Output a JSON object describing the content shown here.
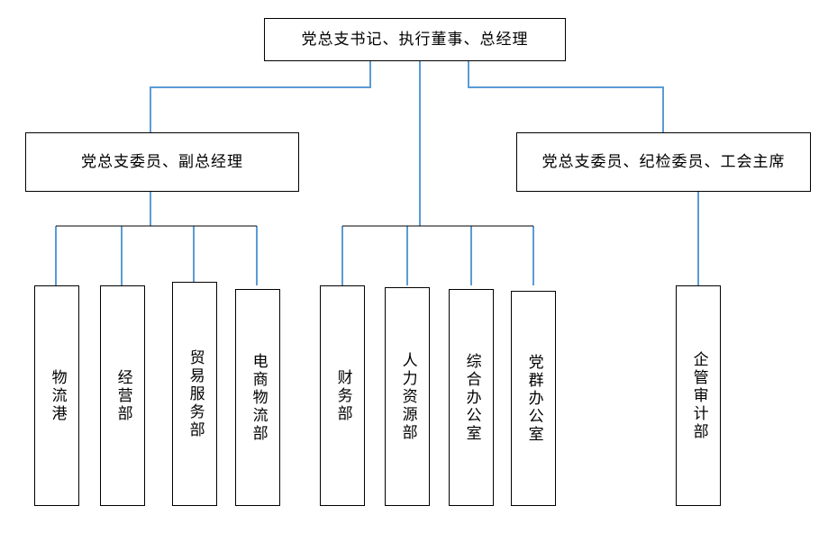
{
  "chart_data": {
    "type": "diagram",
    "title": "",
    "diagram_kind": "organizational-chart",
    "orientation": "top-down",
    "line_color": "#5b9bd5",
    "box_border_color": "#000000",
    "background_color": "#ffffff",
    "levels": 3,
    "nodes": [
      {
        "id": "n0",
        "label": "党总支书记、执行董事、总经理",
        "level": 1,
        "orientation": "horizontal"
      },
      {
        "id": "n1",
        "label": "党总支委员、副总经理",
        "level": 2,
        "orientation": "horizontal"
      },
      {
        "id": "n2",
        "label": "党总支委员、纪检委员、工会主席",
        "level": 2,
        "orientation": "horizontal"
      },
      {
        "id": "d1",
        "label": "物流港",
        "level": 3,
        "orientation": "vertical",
        "parent": "n1"
      },
      {
        "id": "d2",
        "label": "经营部",
        "level": 3,
        "orientation": "vertical",
        "parent": "n1"
      },
      {
        "id": "d3",
        "label": "贸易服务部",
        "level": 3,
        "orientation": "vertical",
        "parent": "n1"
      },
      {
        "id": "d4",
        "label": "电商物流部",
        "level": 3,
        "orientation": "vertical",
        "parent": "n1"
      },
      {
        "id": "d5",
        "label": "财务部",
        "level": 3,
        "orientation": "vertical",
        "parent": "n0"
      },
      {
        "id": "d6",
        "label": "人力资源部",
        "level": 3,
        "orientation": "vertical",
        "parent": "n0"
      },
      {
        "id": "d7",
        "label": "综合办公室",
        "level": 3,
        "orientation": "vertical",
        "parent": "n0"
      },
      {
        "id": "d8",
        "label": "党群办公室",
        "level": 3,
        "orientation": "vertical",
        "parent": "n0"
      },
      {
        "id": "d9",
        "label": "企管审计部",
        "level": 3,
        "orientation": "vertical",
        "parent": "n2"
      }
    ],
    "edges": [
      {
        "from": "n0",
        "to": "n1"
      },
      {
        "from": "n0",
        "to": "n2"
      },
      {
        "from": "n0",
        "to": "d5"
      },
      {
        "from": "n0",
        "to": "d6"
      },
      {
        "from": "n0",
        "to": "d7"
      },
      {
        "from": "n0",
        "to": "d8"
      },
      {
        "from": "n1",
        "to": "d1"
      },
      {
        "from": "n1",
        "to": "d2"
      },
      {
        "from": "n1",
        "to": "d3"
      },
      {
        "from": "n1",
        "to": "d4"
      },
      {
        "from": "n2",
        "to": "d9"
      }
    ]
  },
  "top": {
    "label": "党总支书记、执行董事、总经理"
  },
  "managers": {
    "left": "党总支委员、副总经理",
    "right": "党总支委员、纪检委员、工会主席"
  },
  "departments": {
    "left_group": [
      {
        "label": "物流港"
      },
      {
        "label": "经营部"
      },
      {
        "label": "贸易服务部"
      },
      {
        "label": "电商物流部"
      }
    ],
    "center_group": [
      {
        "label": "财务部"
      },
      {
        "label": "人力资源部"
      },
      {
        "label": "综合办公室"
      },
      {
        "label": "党群办公室"
      }
    ],
    "right_group": [
      {
        "label": "企管审计部"
      }
    ]
  },
  "colors": {
    "connector": "#5b9bd5",
    "border": "#000000",
    "background": "#ffffff",
    "text": "#000000"
  }
}
